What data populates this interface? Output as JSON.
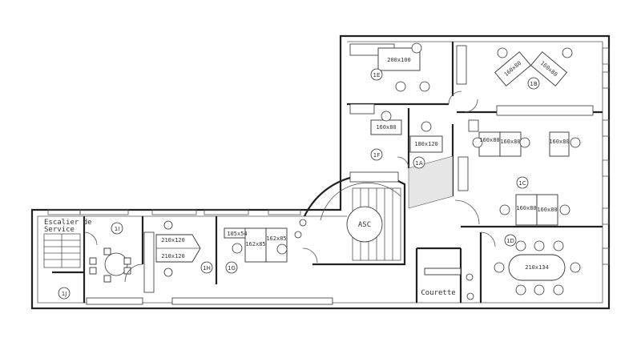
{
  "plan": {
    "rooms": [
      {
        "id": "1E"
      },
      {
        "id": "1B"
      },
      {
        "id": "1F"
      },
      {
        "id": "1A"
      },
      {
        "id": "1C"
      },
      {
        "id": "1D"
      },
      {
        "id": "1I"
      },
      {
        "id": "1J"
      },
      {
        "id": "1H"
      },
      {
        "id": "1G"
      }
    ],
    "tables": [
      "200x100",
      "160x80",
      "160x80",
      "160x80",
      "180x120",
      "160x80",
      "160x80",
      "160x80",
      "160x80",
      "160x80",
      "210x134",
      "210x120",
      "210x120",
      "105x54",
      "162x85",
      "162x85"
    ],
    "labels": {
      "elevator": "ASC",
      "courtyard": "Courette",
      "service_stair_line1": "Escalier de",
      "service_stair_line2": "Service"
    },
    "colors": {
      "line": "#222222",
      "background": "#ffffff"
    }
  }
}
